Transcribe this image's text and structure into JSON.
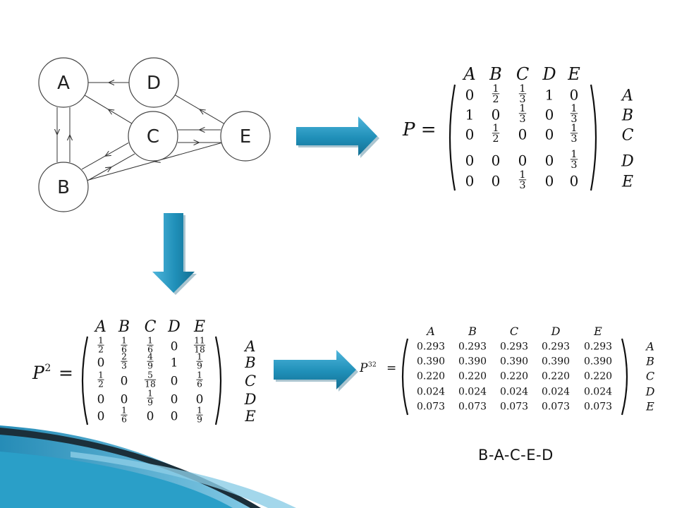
{
  "graph": {
    "nodes": [
      {
        "id": "A",
        "label": "A"
      },
      {
        "id": "B",
        "label": "B"
      },
      {
        "id": "C",
        "label": "C"
      },
      {
        "id": "D",
        "label": "D"
      },
      {
        "id": "E",
        "label": "E"
      }
    ],
    "edges": [
      {
        "from": "D",
        "to": "A"
      },
      {
        "from": "A",
        "to": "B"
      },
      {
        "from": "B",
        "to": "A"
      },
      {
        "from": "C",
        "to": "A"
      },
      {
        "from": "B",
        "to": "C"
      },
      {
        "from": "C",
        "to": "B"
      },
      {
        "from": "E",
        "to": "C"
      },
      {
        "from": "C",
        "to": "E"
      },
      {
        "from": "E",
        "to": "B"
      },
      {
        "from": "E",
        "to": "D"
      }
    ]
  },
  "matrix_p": {
    "lhs": "P =",
    "col_headers": [
      "A",
      "B",
      "C",
      "D",
      "E"
    ],
    "row_labels": [
      "A",
      "B",
      "C",
      "D",
      "E"
    ],
    "rows": [
      [
        "0",
        "1/2",
        "1/3",
        "1",
        "0"
      ],
      [
        "1",
        "0",
        "1/3",
        "0",
        "1/3"
      ],
      [
        "0",
        "1/2",
        "0",
        "0",
        "1/3"
      ],
      [
        "0",
        "0",
        "0",
        "0",
        "1/3"
      ],
      [
        "0",
        "0",
        "1/3",
        "0",
        "0"
      ]
    ]
  },
  "matrix_p2": {
    "lhs_base": "P",
    "lhs_exp": "2",
    "lhs_eq": "=",
    "col_headers": [
      "A",
      "B",
      "C",
      "D",
      "E"
    ],
    "row_labels": [
      "A",
      "B",
      "C",
      "D",
      "E"
    ],
    "rows": [
      [
        "1/2",
        "1/6",
        "1/6",
        "0",
        "11/18"
      ],
      [
        "0",
        "2/3",
        "4/9",
        "1",
        "1/9"
      ],
      [
        "1/2",
        "0",
        "5/18",
        "0",
        "1/6"
      ],
      [
        "0",
        "0",
        "1/9",
        "0",
        "0"
      ],
      [
        "0",
        "1/6",
        "0",
        "0",
        "1/9"
      ]
    ]
  },
  "matrix_p32": {
    "lhs_base": "P",
    "lhs_exp": "32",
    "lhs_eq": "=",
    "col_headers": [
      "A",
      "B",
      "C",
      "D",
      "E"
    ],
    "row_labels": [
      "A",
      "B",
      "C",
      "D",
      "E"
    ],
    "rows": [
      [
        "0.293",
        "0.293",
        "0.293",
        "0.293",
        "0.293"
      ],
      [
        "0.390",
        "0.390",
        "0.390",
        "0.390",
        "0.390"
      ],
      [
        "0.220",
        "0.220",
        "0.220",
        "0.220",
        "0.220"
      ],
      [
        "0.024",
        "0.024",
        "0.024",
        "0.024",
        "0.024"
      ],
      [
        "0.073",
        "0.073",
        "0.073",
        "0.073",
        "0.073"
      ]
    ]
  },
  "ranking": "B-A-C-E-D",
  "colors": {
    "arrow_fill": "#1f8fb8",
    "arrow_dark": "#146f92",
    "decor_teal": "#2a9fc8",
    "decor_light": "#8ccde6"
  }
}
